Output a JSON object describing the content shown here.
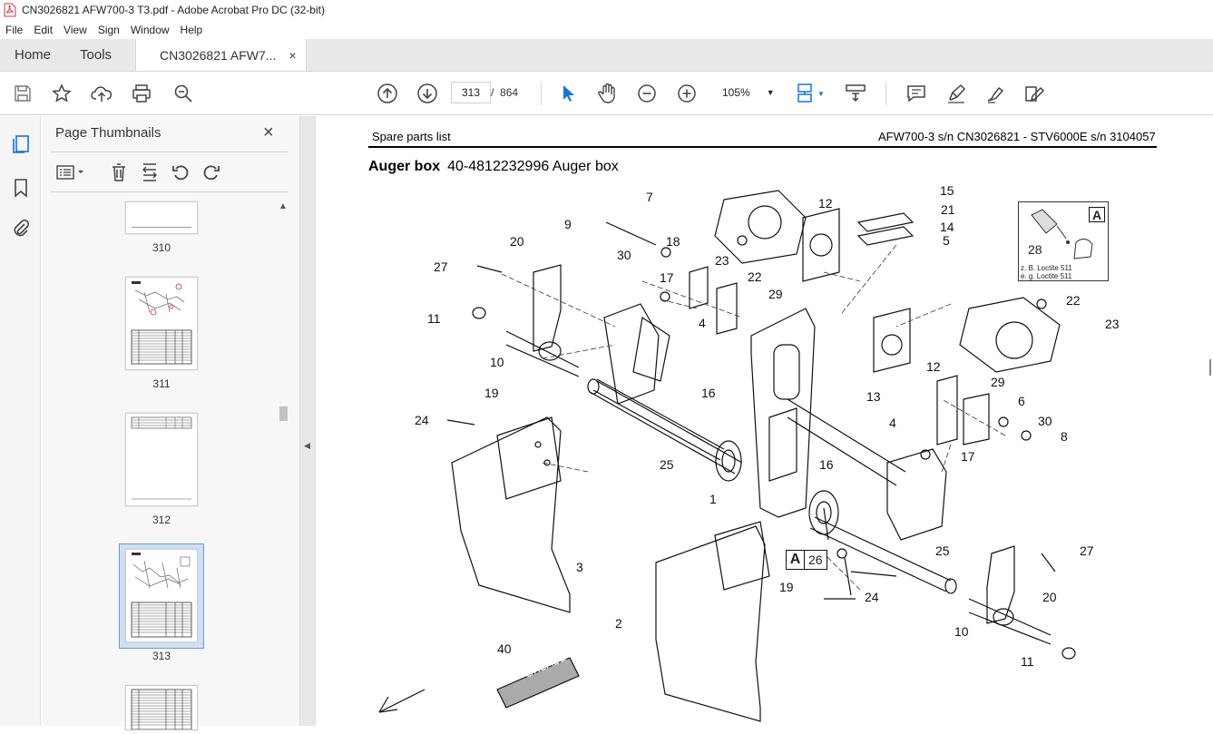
{
  "window": {
    "title": "CN3026821 AFW700-3 T3.pdf - Adobe Acrobat Pro DC (32-bit)"
  },
  "menu": [
    "File",
    "Edit",
    "View",
    "Sign",
    "Window",
    "Help"
  ],
  "tabs": {
    "home": "Home",
    "tools": "Tools",
    "document": "CN3026821 AFW7...",
    "close": "×"
  },
  "toolbar": {
    "current_page": "313",
    "total_pages": "864",
    "zoom": "105%"
  },
  "thumbnails": {
    "title": "Page Thumbnails",
    "close": "×",
    "pages": [
      {
        "label": "310",
        "selected": false
      },
      {
        "label": "311",
        "selected": false
      },
      {
        "label": "312",
        "selected": false
      },
      {
        "label": "313",
        "selected": true
      },
      {
        "label": "",
        "selected": false
      }
    ]
  },
  "page": {
    "header_left": "Spare parts list",
    "header_right": "AFW700-3 s/n CN3026821 - STV6000E s/n 3104057",
    "title_bold": "Auger box",
    "title_rest": "40-4812232996 Auger box",
    "note": {
      "box_letter": "A",
      "part": "28",
      "line1": "z. B. Loctite 511",
      "line2": "e. g. Loctite 511"
    },
    "ref_box": {
      "letter": "A",
      "number": "26"
    },
    "grease_label": "GREASE",
    "callouts": [
      {
        "id": "c7",
        "text": "7"
      },
      {
        "id": "c9",
        "text": "9"
      },
      {
        "id": "c12a",
        "text": "12"
      },
      {
        "id": "c15",
        "text": "15"
      },
      {
        "id": "c21",
        "text": "21"
      },
      {
        "id": "c14",
        "text": "14"
      },
      {
        "id": "c5",
        "text": "5"
      },
      {
        "id": "c20a",
        "text": "20"
      },
      {
        "id": "c27a",
        "text": "27"
      },
      {
        "id": "c18",
        "text": "18"
      },
      {
        "id": "c30a",
        "text": "30"
      },
      {
        "id": "c23a",
        "text": "23"
      },
      {
        "id": "c22a",
        "text": "22"
      },
      {
        "id": "c17a",
        "text": "17"
      },
      {
        "id": "c29a",
        "text": "29"
      },
      {
        "id": "c22b",
        "text": "22"
      },
      {
        "id": "c11a",
        "text": "11"
      },
      {
        "id": "c4a",
        "text": "4"
      },
      {
        "id": "c23b",
        "text": "23"
      },
      {
        "id": "c10a",
        "text": "10"
      },
      {
        "id": "c12b",
        "text": "12"
      },
      {
        "id": "c16a",
        "text": "16"
      },
      {
        "id": "c13",
        "text": "13"
      },
      {
        "id": "c29b",
        "text": "29"
      },
      {
        "id": "c19a",
        "text": "19"
      },
      {
        "id": "c6",
        "text": "6"
      },
      {
        "id": "c24a",
        "text": "24"
      },
      {
        "id": "c4b",
        "text": "4"
      },
      {
        "id": "c30b",
        "text": "30"
      },
      {
        "id": "c8",
        "text": "8"
      },
      {
        "id": "c17b",
        "text": "17"
      },
      {
        "id": "c25a",
        "text": "25"
      },
      {
        "id": "c16b",
        "text": "16"
      },
      {
        "id": "c1",
        "text": "1"
      },
      {
        "id": "c25b",
        "text": "25"
      },
      {
        "id": "c27b",
        "text": "27"
      },
      {
        "id": "c3",
        "text": "3"
      },
      {
        "id": "c19b",
        "text": "19"
      },
      {
        "id": "c24b",
        "text": "24"
      },
      {
        "id": "c20b",
        "text": "20"
      },
      {
        "id": "c2",
        "text": "2"
      },
      {
        "id": "c10b",
        "text": "10"
      },
      {
        "id": "c40",
        "text": "40"
      },
      {
        "id": "c11b",
        "text": "11"
      }
    ]
  },
  "colors": {
    "tab_bar": "#e9e9e9",
    "panel_bg": "#f7f7f7",
    "selection": "#cfe0f5",
    "accent_blue": "#1473e6",
    "pdf_red": "#d7373f"
  }
}
